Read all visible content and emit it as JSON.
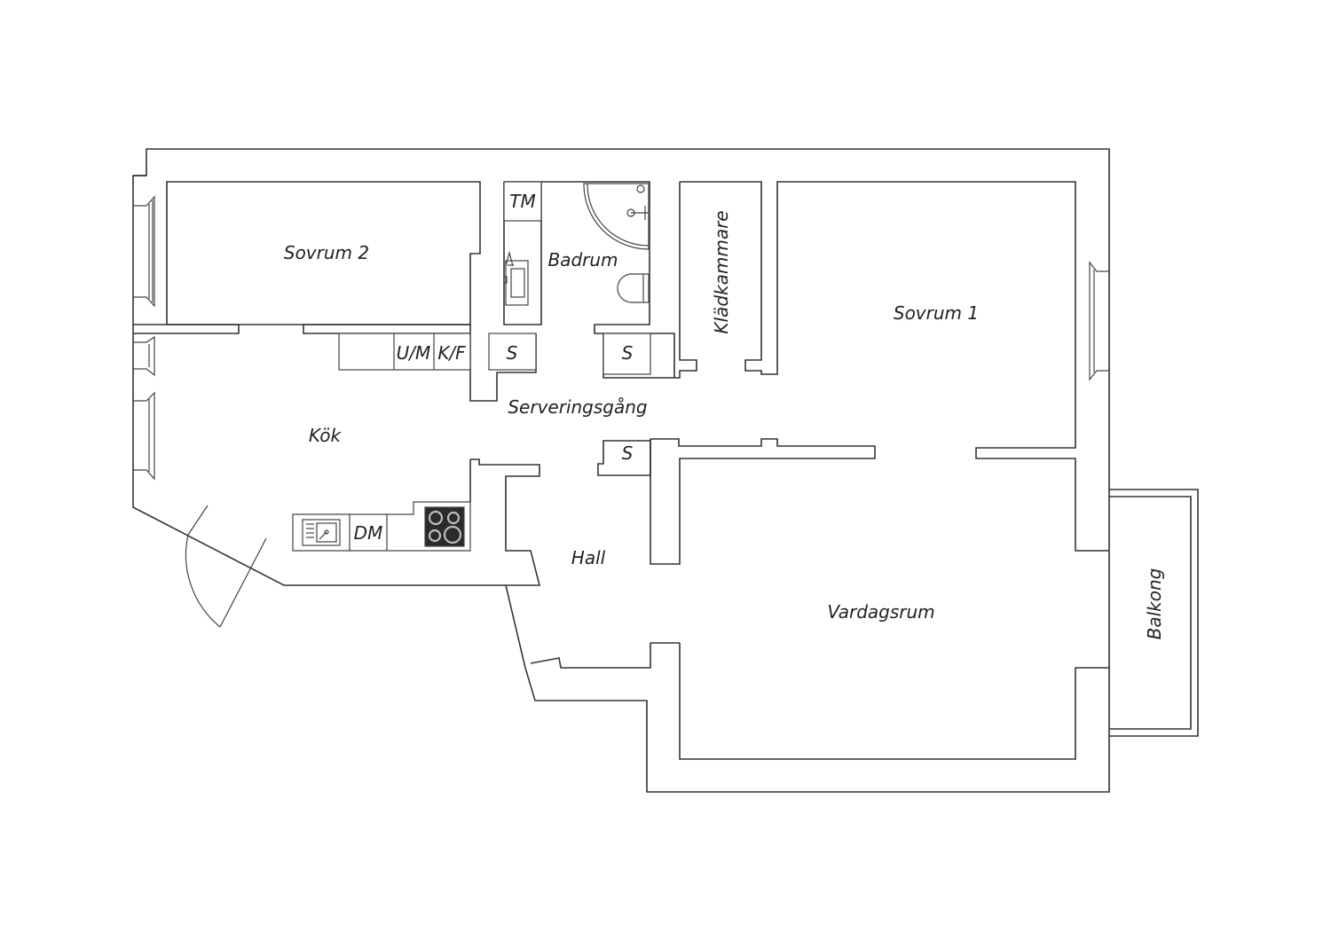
{
  "rooms": {
    "sovrum2": "Sovrum 2",
    "badrum": "Badrum",
    "kladkammare": "Klädkammare",
    "sovrum1": "Sovrum 1",
    "kok": "Kök",
    "serveringsgang": "Serveringsgång",
    "hall": "Hall",
    "vardagsrum": "Vardagsrum",
    "balkong": "Balkong"
  },
  "fixtures": {
    "tm": "TM",
    "um": "U/M",
    "kf": "K/F",
    "s_kitchen": "S",
    "s_bath": "S",
    "s_hall": "S",
    "dm": "DM"
  },
  "icons": [
    "sink-icon",
    "hob-icon",
    "shower-icon",
    "toilet-icon",
    "washbasin-icon",
    "door-swing-icon",
    "window-icon"
  ],
  "colors": {
    "line": "#333333",
    "hob": "#2b2b2b",
    "background": "#ffffff"
  }
}
